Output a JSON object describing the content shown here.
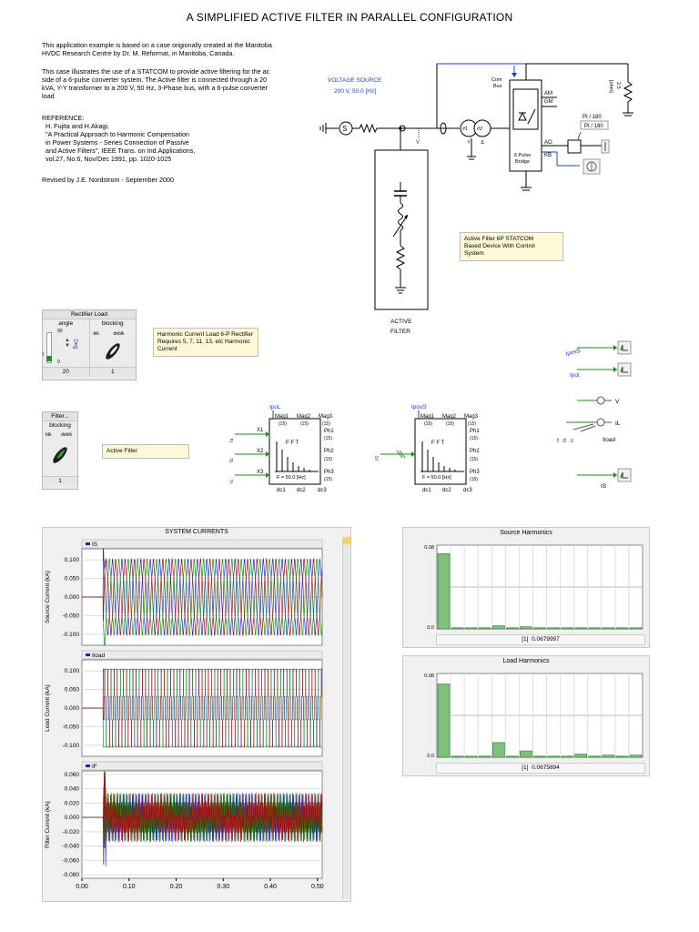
{
  "title": "A SIMPLIFIED ACTIVE FILTER IN PARALLEL CONFIGURATION",
  "description": {
    "p1": [
      "This application example is based on a case origionally created at the Manitoba",
      "HVDC Research Centre by Dr. M. Reformat, in Manitoba, Canada."
    ],
    "p2": [
      "This case illustrates the use of a STATCOM to provide active filtering for the ac",
      "side of a 6-pulse converter system. The Active filter is connected through a 20",
      "kVA, Y-Y transformer to a 200 V, 50 Hz, 3-Phase bus, with a 6-pulse converter",
      "load"
    ],
    "ref_heading": "REFERENCE:",
    "ref": [
      "H. Fujita and H.Akagi,",
      "\"A Practical Approach to Harmonic Compensation",
      "in Power Systems - Series Connection of Passive",
      "and Active Filters\", IEEE Trans. on Ind.Applications,",
      "vol.27, No.6, Nov/Dec 1991, pp. 1020-1025"
    ],
    "revised": "Revised by J.E. Nordstrom - September 2000"
  },
  "circuit": {
    "voltage_source": [
      "VOLTAGE SOURCE",
      "200 V, 50.0 [Hz]"
    ],
    "transformer": {
      "w1": "#1",
      "w2": "#2"
    },
    "com_bus": [
      "Com",
      "Bus"
    ],
    "bridge": [
      "6 Pulse",
      "Bridge"
    ],
    "bridge_ports": [
      "AM",
      "GM",
      "AO",
      "KB"
    ],
    "resistor": [
      "2.5",
      "[ohm]"
    ],
    "pi_labels": [
      "PI / 180",
      "PI / 180"
    ],
    "active_filter_box": [
      "ACTIVE",
      "FILTER"
    ],
    "statcom_note": [
      "Active Filter 6P STATCOM",
      "Based Device With Control",
      "System"
    ]
  },
  "rectifier_load": {
    "title": "Rectifier Load",
    "col1": "angle",
    "col2": "blocking",
    "slider_top": "90",
    "slider_bottom": "0",
    "slider_side": "Deg",
    "slider_label": "I",
    "knob_left": "blk",
    "knob_right": "deblk",
    "value1": "20",
    "value2": "1"
  },
  "harmonic_note": [
    "Harmonic Current Load 6-P Rectifier",
    "Requires 5, 7, 11, 13, etc Harmonic",
    "Current"
  ],
  "filter_panel": {
    "title": "Filter...",
    "col": "blocking",
    "knob_left": "blk",
    "knob_right": "deblk",
    "value": "1"
  },
  "active_filter_note": "Active Filter",
  "fft1": {
    "label": "IpoL",
    "inputs": [
      "Ia",
      "Ib",
      "Ic"
    ],
    "x": [
      "X1",
      "X2",
      "X3"
    ],
    "mag": [
      "Mag1",
      "Mag2",
      "Mag3"
    ],
    "n15": "(15)",
    "ph": [
      "Ph1",
      "Ph2",
      "Ph3"
    ],
    "fft": "F F T",
    "freq": "F = 50.0 [Hz]",
    "dc": [
      "dc1",
      "dc2",
      "dc3"
    ]
  },
  "fft2": {
    "label": "IposS",
    "input": "IS",
    "mag": [
      "Mag1",
      "Mag2",
      "Mag3"
    ],
    "n15": "(15)",
    "ph": [
      "Ph1",
      "Ph2",
      "Ph3"
    ],
    "fft": "F F T",
    "freq": "F = 50.0 [Hz]",
    "dc": [
      "dc1",
      "dc2",
      "dc3"
    ]
  },
  "signals": {
    "iposs": "IposS",
    "ipol": "Ipol",
    "v": "V",
    "il": "IL",
    "iload": "Iload",
    "is": "IS",
    "abc": [
      "Ia",
      "Ib",
      "Ic"
    ]
  },
  "system_currents": {
    "title": "SYSTEM CURRENTS",
    "plots": [
      {
        "legend": "IS",
        "ylabel": "Source Current (kA)",
        "yticks": [
          "0.100",
          "0.050",
          "0.000",
          "-0.050",
          "-0.100"
        ]
      },
      {
        "legend": "Iload",
        "ylabel": "Load Current (kA)",
        "yticks": [
          "0.100",
          "0.050",
          "0.000",
          "-0.050",
          "-0.100"
        ]
      },
      {
        "legend": "IF",
        "ylabel": "Filter Current (kA)",
        "yticks": [
          "0.060",
          "0.040",
          "0.020",
          "0.000",
          "-0.020",
          "-0.040",
          "-0.060",
          "-0.080"
        ]
      }
    ],
    "xticks": [
      "0.00",
      "0.10",
      "0.20",
      "0.30",
      "0.40",
      "0.50"
    ]
  },
  "chart_data": [
    {
      "type": "line",
      "title": "SYSTEM CURRENTS",
      "series": [
        {
          "name": "IS",
          "ylabel": "Source Current (kA)",
          "ylim": [
            -0.13,
            0.13
          ],
          "start_time": 0.045,
          "amplitude": 0.095
        },
        {
          "name": "Iload",
          "ylabel": "Load Current (kA)",
          "ylim": [
            -0.13,
            0.13
          ],
          "start_time": 0.045,
          "amplitude": 0.105
        },
        {
          "name": "IF",
          "ylabel": "Filter Current (kA)",
          "ylim": [
            -0.085,
            0.065
          ],
          "start_time": 0.045,
          "amplitude": 0.03
        }
      ],
      "xlim": [
        0.0,
        0.51
      ],
      "colors": [
        "#1e2bd0",
        "#159a15",
        "#9a1010"
      ]
    },
    {
      "type": "bar",
      "title": "Source Harmonics",
      "ylim": [
        0.0,
        0.08
      ],
      "yticks": [
        "0.08",
        "0.0"
      ],
      "values": [
        0.072,
        0.001,
        0.001,
        0.001,
        0.003,
        0.001,
        0.002,
        0.001,
        0.001,
        0.001,
        0.001,
        0.001,
        0.001,
        0.001,
        0.001
      ],
      "readout": [
        "[1]",
        "0.0679997"
      ],
      "bar_color": "#7cc27c"
    },
    {
      "type": "bar",
      "title": "Load Harmonics",
      "ylim": [
        0.0,
        0.08
      ],
      "yticks": [
        "0.08",
        "0.0"
      ],
      "values": [
        0.07,
        0.001,
        0.001,
        0.001,
        0.014,
        0.001,
        0.006,
        0.001,
        0.001,
        0.001,
        0.003,
        0.001,
        0.002,
        0.001,
        0.002
      ],
      "readout": [
        "[1]",
        "0.0675894"
      ],
      "bar_color": "#7cc27c"
    }
  ]
}
